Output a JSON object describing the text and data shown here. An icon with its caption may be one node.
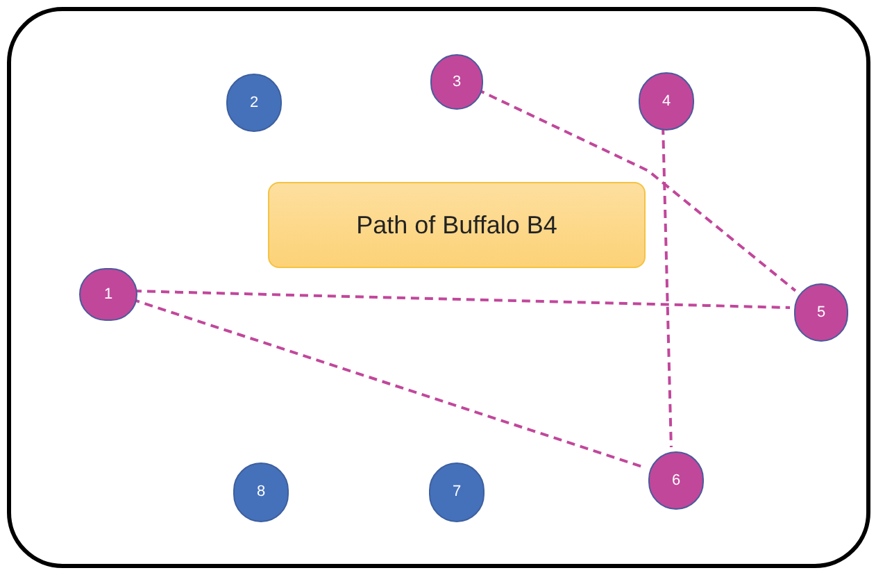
{
  "diagram": {
    "nodes": [
      {
        "text": [],
        "shape": "box"
      },
      {
        "text": [
          "Path of Buffalo B4"
        ],
        "in": 0
      },
      {
        "text": [
          "1"
        ],
        "in": 0
      },
      {
        "text": [
          "2"
        ],
        "in": 0
      },
      {
        "text": [
          "3"
        ],
        "in": 0
      },
      {
        "text": [
          "4"
        ],
        "in": 0
      },
      {
        "text": [
          "5"
        ],
        "in": 0
      },
      {
        "text": [
          "6"
        ],
        "in": 0
      },
      {
        "text": [
          "7"
        ],
        "in": 0
      },
      {
        "text": [
          "8"
        ],
        "in": 0
      }
    ],
    "edges": [
      {
        "from": 2,
        "to": 6,
        "arrow": "none",
        "style": "dashed"
      },
      {
        "from": 2,
        "to": 7,
        "arrow": "none",
        "style": "dashed"
      },
      {
        "from": 4,
        "to": 6,
        "arrow": "none",
        "style": "dashed"
      },
      {
        "from": 5,
        "to": 7,
        "arrow": "none",
        "style": "dashed"
      }
    ]
  }
}
